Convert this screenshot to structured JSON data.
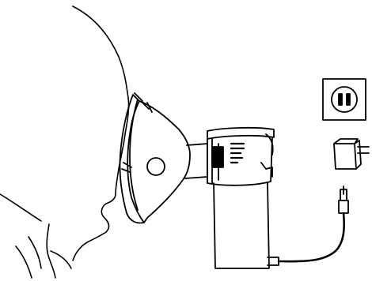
{
  "figure": {
    "kind": "line-art illustration",
    "stroke_color": "#000000",
    "fill_color": "#ffffff",
    "parts": [
      {
        "id": "face-profile",
        "icon": "face-profile-outline"
      },
      {
        "id": "mask",
        "icon": "nebulizer-mask"
      },
      {
        "id": "nebulizer",
        "icon": "nebulizer-device"
      },
      {
        "id": "cable",
        "icon": "usb-cable"
      },
      {
        "id": "adapter",
        "icon": "power-adapter"
      },
      {
        "id": "outlet",
        "icon": "wall-outlet"
      }
    ]
  }
}
